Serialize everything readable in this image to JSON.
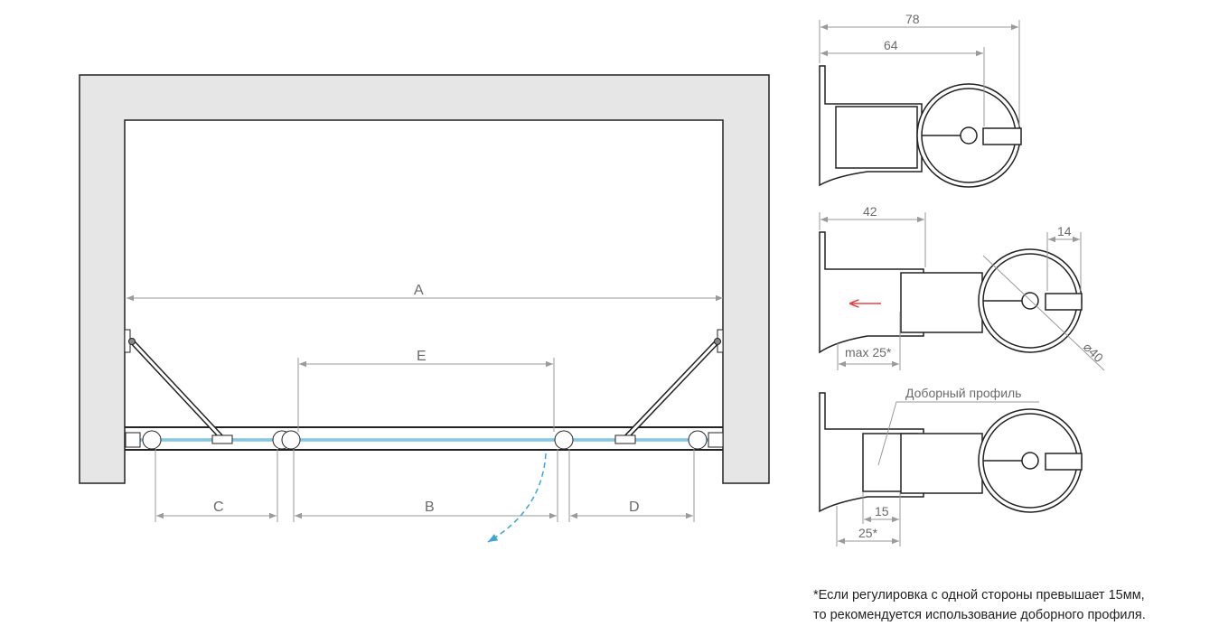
{
  "plan": {
    "labels": {
      "a": "A",
      "b": "B",
      "c": "C",
      "d": "D",
      "e": "E"
    },
    "glass_color": "#3aa6d8",
    "wall_color": "#e6e6e6"
  },
  "profiles": {
    "top": {
      "dim_total": "78",
      "dim_inner": "64"
    },
    "middle": {
      "dim_width": "42",
      "dim_slot": "14",
      "dim_adjust": "max 25*",
      "dim_diameter": "⌀40",
      "arrow_color": "#e8404a"
    },
    "bottom": {
      "callout": "Доборный профиль",
      "dim_small": "15",
      "dim_large": "25*"
    }
  },
  "footnote": {
    "line1": "*Если регулировка с одной стороны превышает 15мм,",
    "line2": "то рекомендуется использование доборного профиля."
  }
}
